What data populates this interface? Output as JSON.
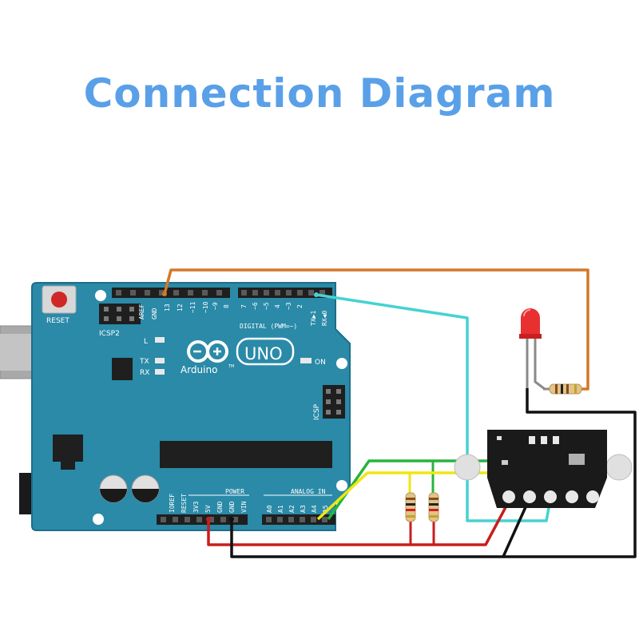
{
  "title": "Connection Diagram",
  "colors": {
    "title": "#5aa0e8",
    "board": "#2a8aa8",
    "wire_orange": "#d2782a",
    "wire_cyan": "#46d2d2",
    "wire_green": "#28b43c",
    "wire_yellow": "#f0e614",
    "wire_red": "#c81e1e",
    "wire_black": "#111111"
  },
  "arduino": {
    "reset": "RESET",
    "icsp2": "ICSP2",
    "icsp": "ICSP",
    "led_l": "L",
    "led_tx": "TX",
    "led_rx": "RX",
    "on": "ON",
    "logo_uno": "UNO",
    "logo_name": "Arduino",
    "tm": "TM",
    "digital": "DIGITAL (PWM=~)",
    "power": "POWER",
    "analog_in": "ANALOG IN",
    "top_pins": [
      "AREF",
      "GND",
      "13",
      "12",
      "~11",
      "~10",
      "~9",
      "8",
      "7",
      "~6",
      "~5",
      "4",
      "~3",
      "2",
      "TX▶1",
      "RX◀0"
    ],
    "power_pins": [
      "IOREF",
      "RESET",
      "3V3",
      "5V",
      "GND",
      "GND",
      "VIN"
    ],
    "analog_pins": [
      "A0",
      "A1",
      "A2",
      "A3",
      "A4",
      "A5"
    ]
  }
}
